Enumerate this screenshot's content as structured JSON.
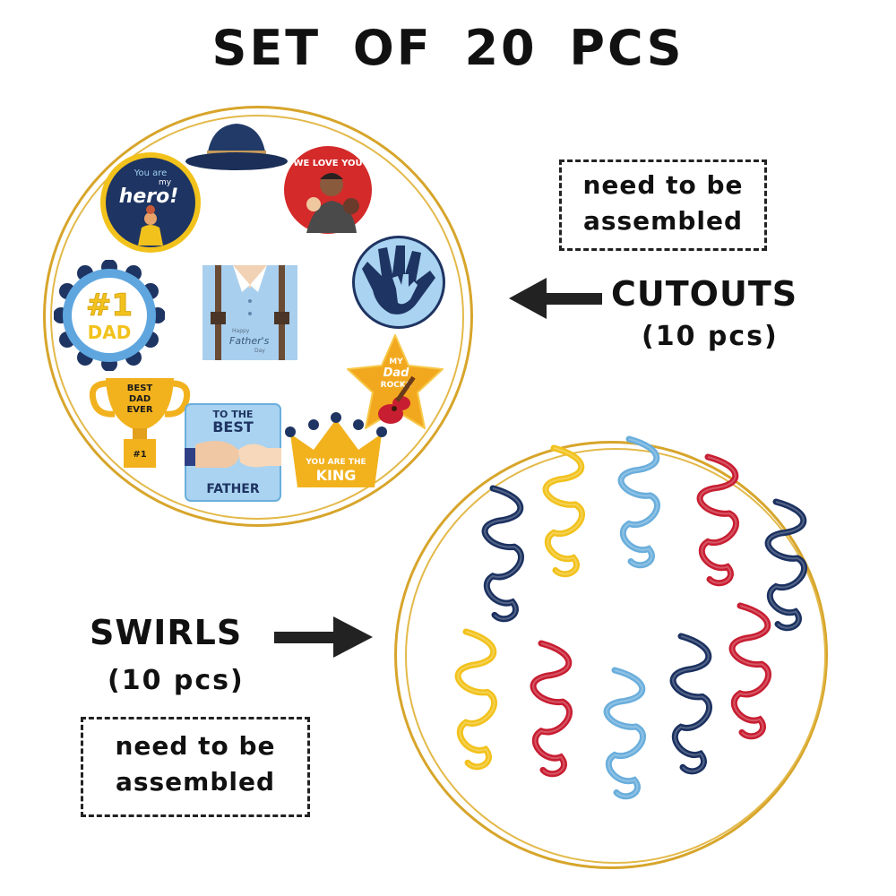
{
  "title": "SET OF 20 PCS",
  "cutouts": {
    "label": "CUTOUTS",
    "count": "(10 pcs)",
    "note_line1": "need to be",
    "note_line2": "assembled",
    "items": {
      "hero_top": "You are",
      "hero_mid": "my",
      "hero_main": "hero!",
      "love": "WE LOVE YOU",
      "number_one": "#1",
      "dad": "DAD",
      "happy": "Happy",
      "fathers": "Father's",
      "day": "Day",
      "star_my": "MY",
      "star_dad": "Dad",
      "star_rocks": "ROCKS",
      "trophy_best": "BEST",
      "trophy_dad": "DAD",
      "trophy_ever": "EVER",
      "trophy_num": "#1",
      "card_to": "TO THE",
      "card_best": "BEST",
      "card_father": "FATHER",
      "crown_line1": "YOU ARE THE",
      "crown_line2": "KING"
    }
  },
  "swirls": {
    "label": "SWIRLS",
    "count": "(10 pcs)",
    "note_line1": "need to be",
    "note_line2": "assembled",
    "colors": {
      "navy": "#1b3160",
      "yellow": "#f2c21c",
      "skyblue": "#6aaedc",
      "red": "#c81e32"
    }
  }
}
